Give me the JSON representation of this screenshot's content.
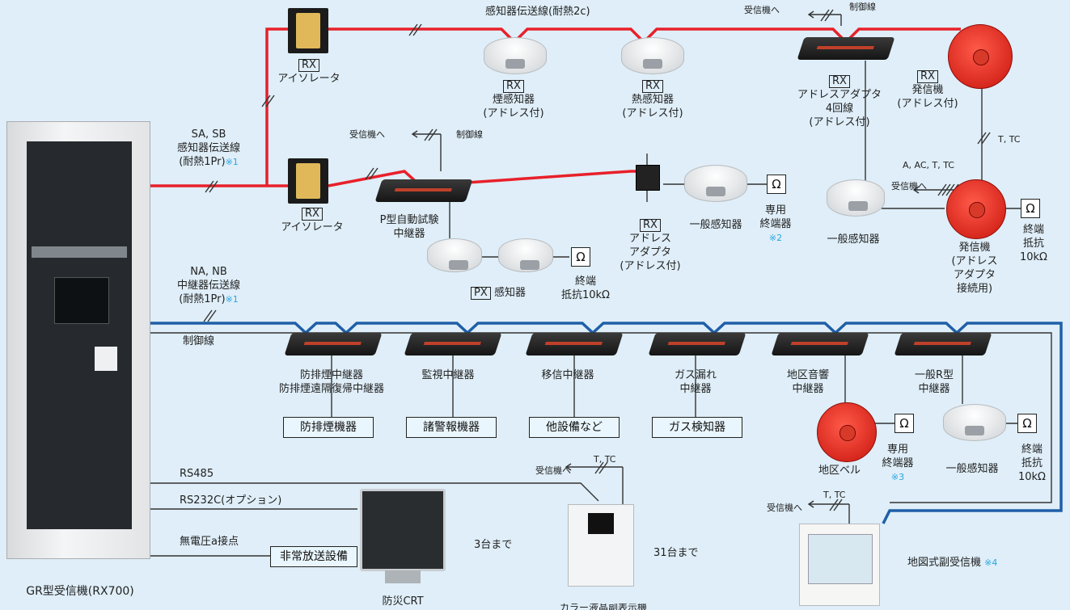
{
  "wires": {
    "detector_line_top": "感知器伝送線(耐熱2c)",
    "sa_sb": [
      "SA, SB",
      "感知器伝送線",
      "(耐熱1Pr)"
    ],
    "na_nb": [
      "NA, NB",
      "中継器伝送線",
      "(耐熱1Pr)"
    ],
    "to_receiver": "受信機へ",
    "control_line": "制御線",
    "t_tc": "T, TC",
    "a_ac_t_tc": "A, AC, T, TC",
    "rs485": "RS485",
    "rs232c": "RS232C(オプション)",
    "dry_contact": "無電圧a接点"
  },
  "notes": {
    "n1": "※1",
    "n2": "※2",
    "n3": "※3",
    "n4": "※4"
  },
  "tags": {
    "rx": "RX",
    "px": "PX"
  },
  "top_devices": {
    "isolator_top": "アイソレータ",
    "smoke": [
      "煙感知器",
      "(アドレス付)"
    ],
    "heat": [
      "熱感知器",
      "(アドレス付)"
    ],
    "adapter4": [
      "アドレスアダプタ",
      "4回線",
      "(アドレス付)"
    ],
    "call_point_addr": [
      "発信機",
      "(アドレス付)"
    ]
  },
  "mid_devices": {
    "isolator_mid": "アイソレータ",
    "p_repeater": [
      "P型自動試験",
      "中継器"
    ],
    "px_detector": "感知器",
    "end_res_1": [
      "終端",
      "抵抗10kΩ"
    ],
    "address_adapter": [
      "アドレス",
      "アダプタ",
      "(アドレス付)"
    ],
    "general_detector_1": "一般感知器",
    "dedicated_term_1": [
      "専用",
      "終端器"
    ],
    "general_detector_2": "一般感知器",
    "call_point_adapter": [
      "発信機",
      "(アドレス",
      "アダプタ",
      "接続用)"
    ],
    "end_res_2": [
      "終端",
      "抵抗",
      "10kΩ"
    ]
  },
  "repeaters": [
    {
      "label": [
        "防排煙中継器",
        "防排煙遠隔復帰中継器"
      ],
      "box": "防排煙機器"
    },
    {
      "label": [
        "監視中継器"
      ],
      "box": "諸警報機器"
    },
    {
      "label": [
        "移信中継器"
      ],
      "box": "他設備など"
    },
    {
      "label": [
        "ガス漏れ",
        "中継器"
      ],
      "box": "ガス検知器"
    },
    {
      "label": [
        "地区音響",
        "中継器"
      ],
      "box": ""
    },
    {
      "label": [
        "一般R型",
        "中継器"
      ],
      "box": ""
    }
  ],
  "lower_devices": {
    "bell": "地区ベル",
    "dedicated_term_3": [
      "専用",
      "終端器"
    ],
    "general_detector_3": "一般感知器",
    "end_res_3": [
      "終端",
      "抵抗",
      "10kΩ"
    ]
  },
  "bottom": {
    "receiver": "GR型受信機(RX700)",
    "broadcast_box": "非常放送設備",
    "crt": "防災CRT",
    "crt_count": "3台まで",
    "sub_count": "31台まで",
    "sub_receiver_cut": "カラー液晶副表示機",
    "map_sub_receiver": "地図式副受信機"
  },
  "colors": {
    "detector_wire": "#e8202a",
    "repeater_wire": "#1f5fa8",
    "background": "#dfeef8",
    "box_fill": "#e9f6fd",
    "note": "#2aa6e0"
  }
}
